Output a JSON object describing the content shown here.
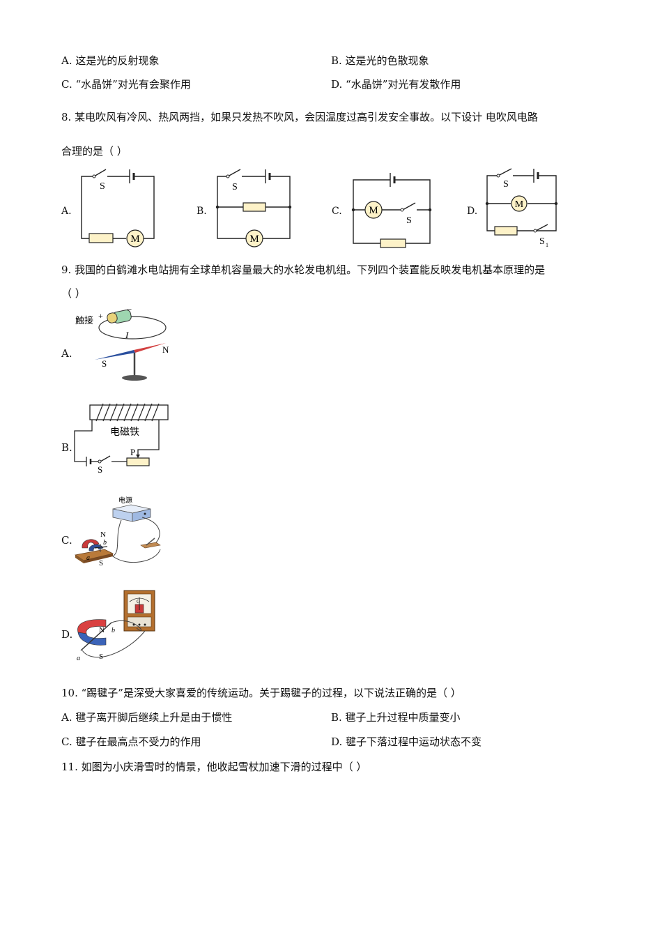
{
  "q7": {
    "options": {
      "A": "A.  这是光的反射现象",
      "B": "B.  这是光的色散现象",
      "C": "C.  “水晶饼”对光有会聚作用",
      "D": "D.  “水晶饼”对光有发散作用"
    }
  },
  "q8": {
    "stem_line1": "8. 某电吹风有冷风、热风两挡，如果只发热不吹风，会因温度过高引发安全事故。以下设计    电吹风电路",
    "stem_line2": "合理的是（        ）",
    "option_labels": [
      "A.",
      "B.",
      "C.",
      "D."
    ],
    "switch_label": "S",
    "switch1_label": "S",
    "switch1_sub": "1",
    "motor_label": "M"
  },
  "q9": {
    "stem_line1": "9. 我国的白鹤滩水电站拥有全球单机容量最大的水轮发电机组。下列四个装置能反映发电机基本原理的是",
    "stem_line2": "（        ）",
    "option_labels": [
      "A.",
      "B.",
      "C.",
      "D."
    ],
    "figA": {
      "touch": "触接",
      "plus": "+",
      "minus": "−",
      "current": "I",
      "north": "N",
      "south": "S"
    },
    "figB": {
      "electromagnet": "电磁铁",
      "slider": "P",
      "switch": "S"
    },
    "figC": {
      "power": "电源",
      "north": "N",
      "south": "S",
      "a": "a",
      "b": "b"
    },
    "figD": {
      "north": "N",
      "south": "S",
      "a": "a",
      "b": "b",
      "gauge": "G"
    }
  },
  "q10": {
    "stem": "10. “踢毽子”是深受大家喜爱的传统运动。关于踢毽子的过程，以下说法正确的是（        ）",
    "options": {
      "A": "A. 毽子离开脚后继续上升是由于惯性",
      "B": "B. 毽子上升过程中质量变小",
      "C": "C. 毽子在最高点不受力的作用",
      "D": "D. 毽子下落过程中运动状态不变"
    }
  },
  "q11": {
    "stem": "11. 如图为小庆滑雪时的情景，他收起雪杖加速下滑的过程中（        ）"
  }
}
